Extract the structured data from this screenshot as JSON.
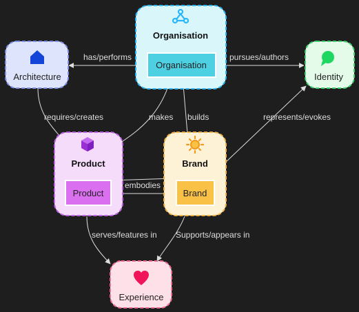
{
  "nodes": {
    "organisation": {
      "title": "Organisation",
      "inner": "Organisation",
      "icon": "hub-icon",
      "color": "#29b6f6",
      "fill": "#d9f6fb",
      "inner_fill": "#4dd0e1"
    },
    "architecture": {
      "label": "Architecture",
      "icon": "house-icon",
      "color": "#7e8fe8",
      "fill": "#dde4fb",
      "icon_color": "#1445d8"
    },
    "identity": {
      "label": "Identity",
      "icon": "chat-bubble-icon",
      "color": "#3ed46f",
      "fill": "#e3fbe8",
      "icon_color": "#1ed760"
    },
    "product": {
      "title": "Product",
      "inner": "Product",
      "icon": "cube-icon",
      "color": "#c061ea",
      "fill": "#f5dcfb",
      "inner_fill": "#da70f0",
      "icon_color": "#9b2fd6"
    },
    "brand": {
      "title": "Brand",
      "inner": "Brand",
      "icon": "sun-icon",
      "color": "#f2b140",
      "fill": "#fdf1d6",
      "inner_fill": "#f9c247",
      "icon_color": "#f29a1a"
    },
    "experience": {
      "label": "Experience",
      "icon": "heart-icon",
      "color": "#f26a93",
      "fill": "#fde0e8",
      "icon_color": "#f0145a"
    }
  },
  "edges": {
    "has_performs": "has/performs",
    "pursues_authors": "pursues/authors",
    "requires_creates": "requires/creates",
    "makes": "makes",
    "builds": "builds",
    "represents_evokes": "represents/evokes",
    "embodies": "embodies",
    "serves_features_in": "serves/features in",
    "supports_appears_in": "Supports/appears in"
  }
}
